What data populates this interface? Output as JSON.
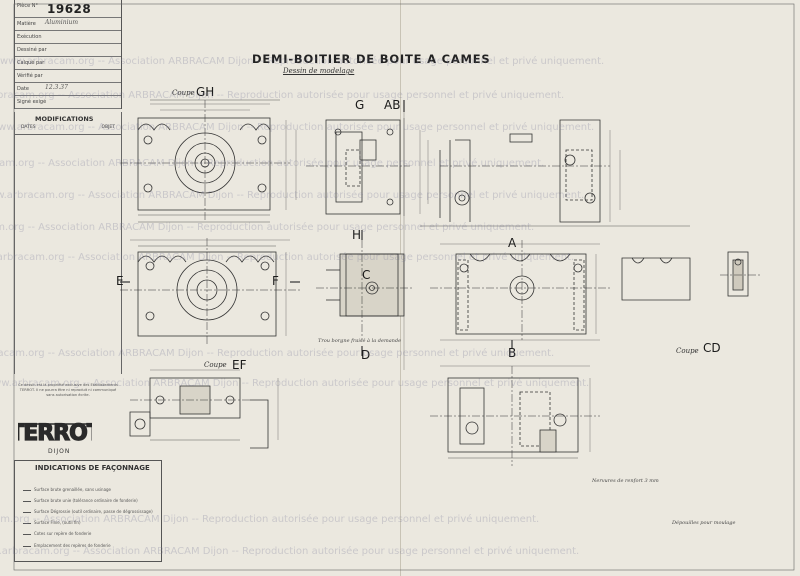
{
  "drawing_number": "19628",
  "title_block": {
    "rows": [
      {
        "label": "Pièce N°",
        "value": ""
      },
      {
        "label": "Matière",
        "value": "Aluminium"
      },
      {
        "label": "Exécution",
        "value": ""
      },
      {
        "label": "Dessiné par",
        "value": ""
      },
      {
        "label": "Calqué par",
        "value": ""
      },
      {
        "label": "Vérifié par",
        "value": ""
      },
      {
        "label": "Date",
        "value": "12.3.37"
      },
      {
        "label": "Signé exigé",
        "value": ""
      }
    ],
    "modifications_label": "MODIFICATIONS",
    "dates_label": "DATES",
    "objet_label": "OBJET"
  },
  "legal_notice": "Ce dessin est la propriété exclusive des Etablissements TERROT. Il ne pourra être ni reproduit ni communiqué sans autorisation écrite.",
  "logo": {
    "brand": "TERROT",
    "city": "DIJON"
  },
  "indications": {
    "title": "INDICATIONS DE FAÇONNAGE",
    "lines": [
      "Surface brute grenaillée, sans usinage",
      "Surface brute unie (tolérance ordinaire de fonderie)",
      "Surface Dégrossie (outil ordinaire, passe de dégrossissage)",
      "Surface Finie, (outil fin)",
      "Cotes sur repère de fonderie",
      "Emplacement des repères de fonderie"
    ]
  },
  "drawing_title": "DEMI-BOITIER DE BOITE A CAMES",
  "drawing_subtitle": "Dessin de modelage",
  "views": {
    "gh_label": "GH",
    "g_label": "G",
    "ab_label": "AB",
    "h_label": "H",
    "c_label": "C",
    "d_label": "D",
    "a_label": "A",
    "b_label": "B",
    "e_label": "E",
    "f_label": "F",
    "ef_label": "EF",
    "cd_label": "CD"
  },
  "cut_labels": {
    "coupe_gh": "Coupe",
    "coupe_ef": "Coupe",
    "coupe_cd": "Coupe"
  },
  "notes": {
    "bottom_right": "Dépouilles pour moulage",
    "bottom_mid": "Nervures de renfort 3 mm",
    "left_mid": "Trou borgne fraisé à la demande"
  },
  "watermark": {
    "text": "www.arbracam.org -- Association ARBRACAM Dijon -- Reproduction autorisée pour usage personnel et privé uniquement."
  }
}
